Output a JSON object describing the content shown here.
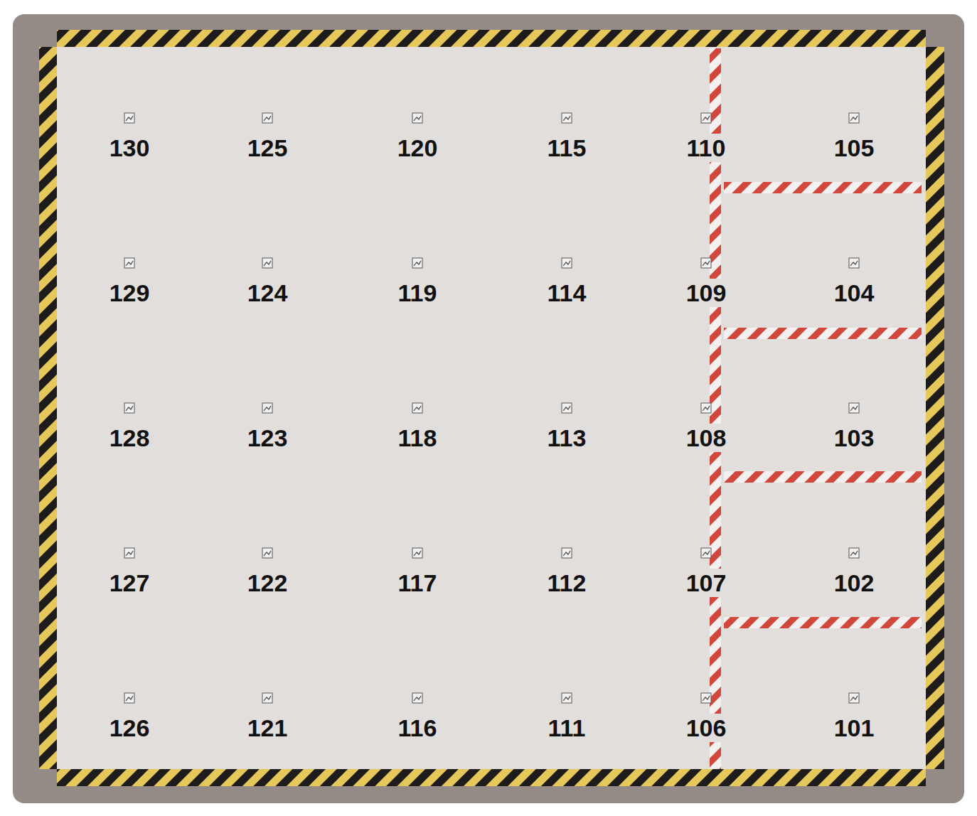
{
  "diagram": {
    "labels": [
      "130",
      "125",
      "120",
      "115",
      "110",
      "105",
      "129",
      "124",
      "119",
      "114",
      "109",
      "104",
      "128",
      "123",
      "118",
      "113",
      "108",
      "103",
      "127",
      "122",
      "117",
      "112",
      "107",
      "102",
      "126",
      "121",
      "116",
      "111",
      "106",
      "101"
    ]
  }
}
